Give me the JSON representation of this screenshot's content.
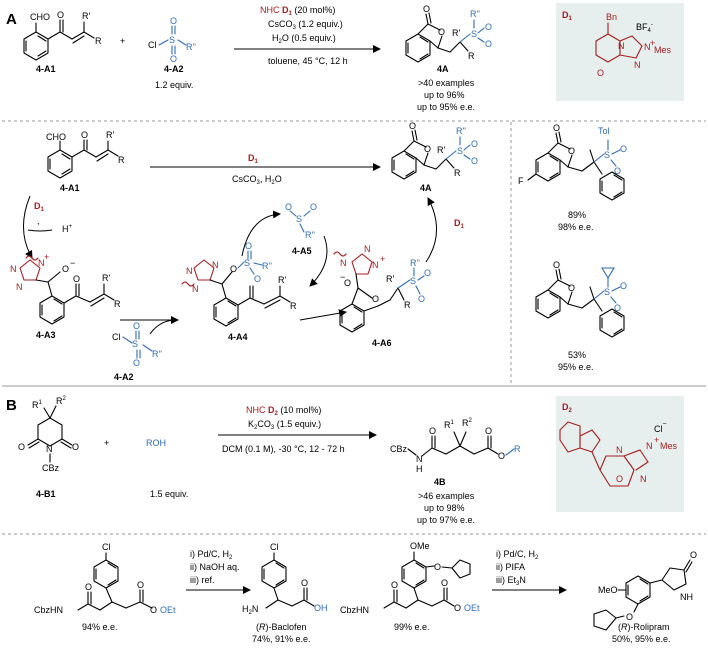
{
  "colors": {
    "red": "#a51c1c",
    "blue": "#2f6db5",
    "panel": "#e6efee",
    "divider": "#999999"
  },
  "sectionA": {
    "letter": "A",
    "sm1": {
      "cho": "CHO",
      "o": "O",
      "r1": "R'",
      "r": "R",
      "label": "4-A1"
    },
    "plus": "+",
    "sm2": {
      "cl": "Cl",
      "s": "S",
      "o": "O",
      "r": "R''",
      "label": "4-A2",
      "equiv": "1.2 equiv."
    },
    "conditions": {
      "nhc": "NHC",
      "cat": "D",
      "cat_sub": "1",
      "load": "(20 mol%)",
      "base": "CsCO",
      "base_sub": "3",
      "base_eq": "(1.2 equiv.)",
      "water": "H",
      "water_sub": "2",
      "water_rest": "O (0.5 equiv.)",
      "solvent": "toluene, 45 °C, 12 h"
    },
    "product": {
      "label": "4A",
      "examples": ">40 examples",
      "yield": "up to 96%",
      "ee": "up to 95% e.e.",
      "r1": "R'",
      "r": "R",
      "r2": "R''",
      "s": "S",
      "o": "O"
    },
    "catalyst": {
      "label": "D",
      "label_sub": "1",
      "bn": "Bn",
      "bf4": "BF",
      "bf4_sub": "4",
      "bf4_sup": "-",
      "n": "N",
      "mes": "Mes",
      "plus": "+",
      "o": "O"
    }
  },
  "mechanism": {
    "top": {
      "label_sm": "4-A1",
      "cat": "D",
      "cat_sub": "1",
      "cond": "CsCO",
      "cond_sub": "3",
      "cond_rest": ", H",
      "cond_sub2": "2",
      "cond_end": "O",
      "prod": "4A",
      "cho": "CHO",
      "r1": "R'",
      "r": "R",
      "o": "O"
    },
    "steps": {
      "d1_left": "D",
      "d1_right": "D",
      "sub": "1",
      "hplus": "H",
      "hplus_sup": "+",
      "comma": ","
    },
    "a3": {
      "label": "4-A3",
      "n": "N",
      "o_minus": "O",
      "plus": "+",
      "minus": "−",
      "r1": "R'",
      "r": "R",
      "o": "O"
    },
    "a5": {
      "label": "4-A5",
      "s": "S",
      "o": "O",
      "r": "R''"
    },
    "a4": {
      "label": "4-A4",
      "n": "N",
      "s": "S",
      "o": "O",
      "r": "R''",
      "r1": "R'",
      "rr": "R"
    },
    "a6": {
      "label": "4-A6",
      "n": "N",
      "o": "O",
      "r1": "R'",
      "r": "R",
      "s": "S",
      "plus": "+",
      "minus": "−",
      "r2": "R''"
    },
    "a2": {
      "label": "4-A2",
      "cl": "Cl",
      "s": "S",
      "o": "O",
      "r": "R''"
    }
  },
  "examplesA": [
    {
      "f": "F",
      "tol": "Tol",
      "s": "S",
      "o": "O",
      "yield": "89%",
      "ee": "98% e.e."
    },
    {
      "s": "S",
      "o": "O",
      "yield": "53%",
      "ee": "95% e.e."
    }
  ],
  "sectionB": {
    "letter": "B",
    "sm1": {
      "r1": "R",
      "r1_sup": "1",
      "r2": "R",
      "r2_sup": "2",
      "o": "O",
      "n": "N",
      "cbz": "CBz",
      "label": "4-B1"
    },
    "plus": "+",
    "sm2": {
      "roh": "ROH",
      "equiv": "1.5 equiv."
    },
    "conditions": {
      "nhc": "NHC",
      "cat": "D",
      "cat_sub": "2",
      "load": "(10 mol%)",
      "base": "K",
      "base_sub": "2",
      "base_rest": "CO",
      "base_sub2": "3",
      "base_eq": "(1.5 equiv.)",
      "solvent": "DCM (0.1 M), -30 °C, 12 - 72 h"
    },
    "product": {
      "label": "4B",
      "cbz": "CBz",
      "n": "N",
      "h": "H",
      "o": "O",
      "r1": "R",
      "r1_sup": "1",
      "r2": "R",
      "r2_sup": "2",
      "r": "R",
      "examples": ">46 examples",
      "yield": "up to 98%",
      "ee": "up to 97% e.e."
    },
    "catalyst": {
      "label": "D",
      "label_sub": "2",
      "cl": "Cl",
      "cl_sup": "−",
      "n": "N",
      "mes": "Mes",
      "plus": "+",
      "o": "O"
    }
  },
  "applications": {
    "baclofen": {
      "sm_cl": "Cl",
      "sm_nh": "CbzHN",
      "sm_o": "O",
      "sm_oet": "OEt",
      "sm_ee": "94% e.e.",
      "steps": [
        "i) Pd/C, H",
        "ii) NaOH aq.",
        "iii) ref."
      ],
      "h2_sub": "2",
      "p_cl": "Cl",
      "p_nh2": "H",
      "p_nh2_sub": "2",
      "p_nh2_n": "N",
      "p_o": "O",
      "p_oh": "OH",
      "p_name_pre": "(",
      "p_name_r": "R",
      "p_name_post": ")-Baclofen",
      "p_yield": "74%, 91% e.e."
    },
    "rolipram": {
      "sm_ome": "OMe",
      "sm_o": "O",
      "sm_nh": "CbzHN",
      "sm_o2": "O",
      "sm_oet": "OEt",
      "sm_ee": "99% e.e.",
      "steps": [
        "i) Pd/C, H",
        "ii) PIFA",
        "iii) Et"
      ],
      "h2_sub": "2",
      "et3_sub": "3",
      "et3_n": "N",
      "p_meo": "MeO",
      "p_o": "O",
      "p_o2": "O",
      "p_nh": "NH",
      "p_name_pre": "(",
      "p_name_r": "R",
      "p_name_post": ")-Rolipram",
      "p_yield": "50%, 95% e.e."
    }
  }
}
